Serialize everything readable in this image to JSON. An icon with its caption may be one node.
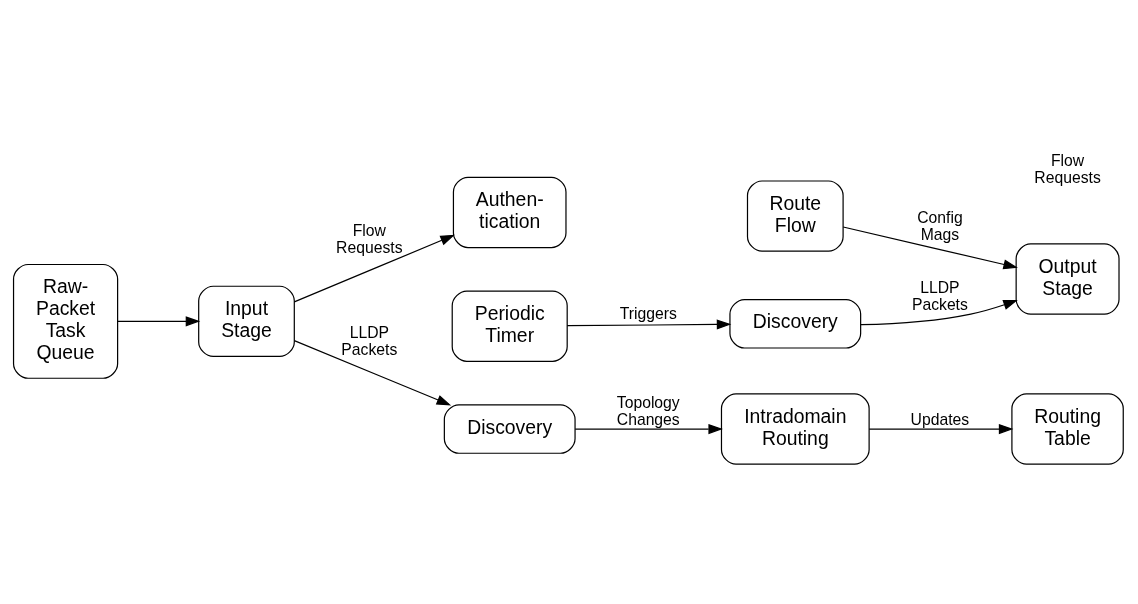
{
  "diagram": {
    "nodes": [
      {
        "text": [
          "Discovery"
        ]
      },
      {
        "text": [
          "Intradomain Routing"
        ]
      },
      {
        "text": [
          "Routing Table"
        ]
      },
      {
        "text": [
          "Raw- Packet Task Queue"
        ]
      },
      {
        "text": [
          "Input Stage"
        ]
      },
      {
        "text": [
          "Authen- tication"
        ]
      },
      {
        "text": [
          "Route Flow"
        ]
      },
      {
        "text": [
          "Output Stage"
        ]
      },
      {
        "text": [
          "Periodic Timer"
        ]
      },
      {
        "text": [
          "Discovery"
        ]
      }
    ],
    "edges": [
      {
        "from": 0,
        "to": 1,
        "arrow": "to",
        "label": "Topology Changes"
      },
      {
        "from": 1,
        "to": 2,
        "arrow": "to",
        "label": "Updates"
      },
      {
        "from": 3,
        "to": 4,
        "arrow": "to"
      },
      {
        "from": 4,
        "to": 0,
        "arrow": "to",
        "label": "LLDP Packets"
      },
      {
        "from": 4,
        "to": 5,
        "arrow": "to",
        "label": "Flow Requests"
      },
      {
        "from": 6,
        "to": 7,
        "arrow": "to",
        "label": "Config Mags"
      },
      {
        "from": 8,
        "to": 9,
        "arrow": "to",
        "label": "Triggers"
      },
      {
        "from": 9,
        "to": 7,
        "arrow": "to",
        "label": "LLDP Packets"
      }
    ],
    "labels": [
      "Flow Requests"
    ]
  }
}
